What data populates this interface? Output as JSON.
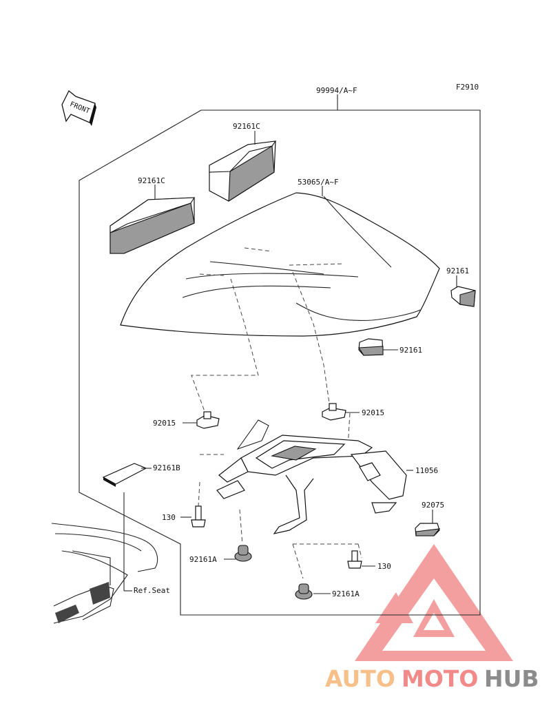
{
  "figure_code": "F2910",
  "front_marker": "FRONT",
  "labels": {
    "kit": "99994/A~F",
    "pad_c_top": "92161C",
    "pad_c_left": "92161C",
    "cover": "53065/A~F",
    "pad_right": "92161",
    "pad_mid": "92161",
    "nut_left": "92015",
    "nut_right": "92015",
    "bracket": "11056",
    "pad_b": "92161B",
    "band": "92075",
    "bolt_left": "130",
    "bolt_right": "130",
    "damper_left": "92161A",
    "damper_right": "92161A",
    "ref_seat": "Ref.Seat"
  },
  "watermark": {
    "part1": "AUTO",
    "part2": "MOTO",
    "part3": "HUB",
    "colors": {
      "auto": "#f7c08a",
      "moto": "#f28a8a",
      "hub": "#8c8c8c",
      "logo": "#f08080"
    }
  }
}
